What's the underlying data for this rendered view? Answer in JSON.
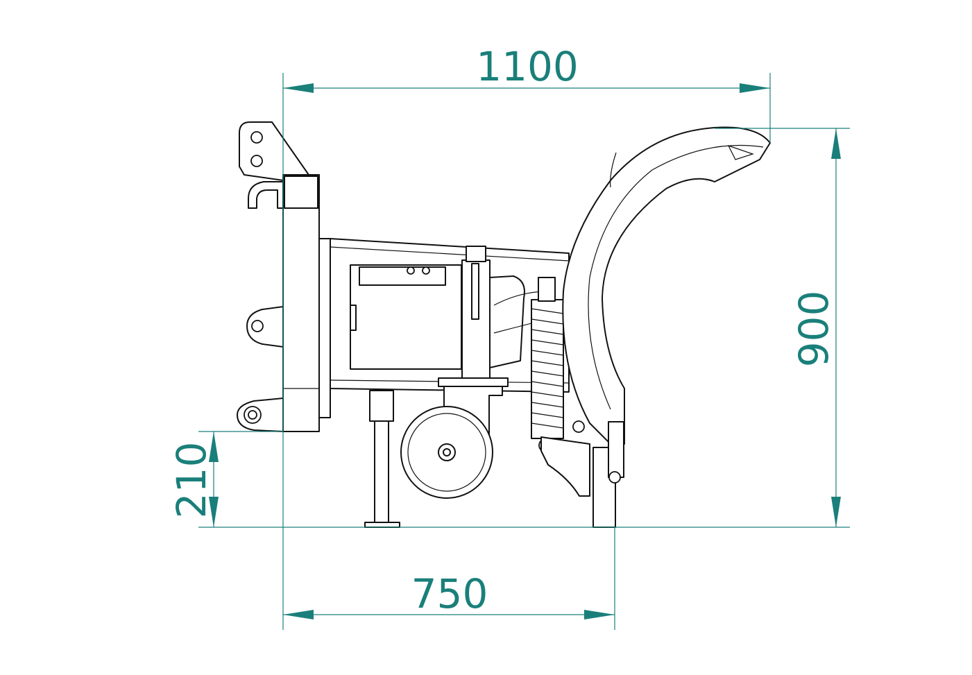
{
  "dimensions": {
    "overall_width": "1100",
    "overall_height": "900",
    "ground_clearance": "210",
    "base_width": "750"
  },
  "colors": {
    "dimension": "#1a7f7a",
    "outline": "#111111",
    "background": "#ffffff"
  }
}
